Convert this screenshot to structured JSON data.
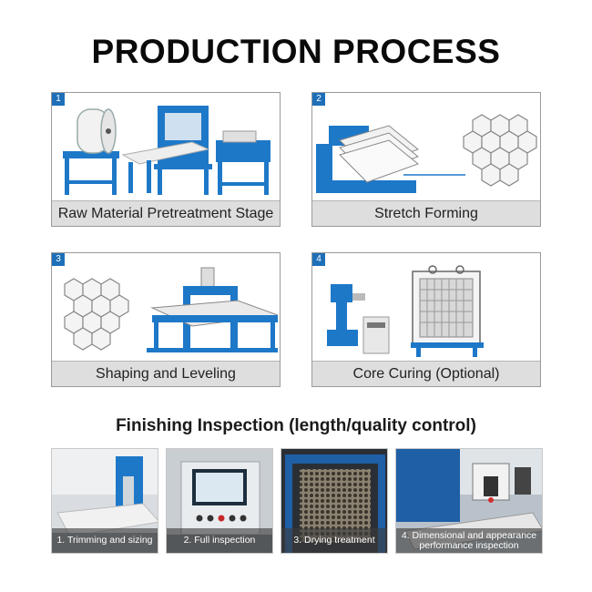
{
  "header": {
    "title": "PRODUCTION PROCESS"
  },
  "steps": [
    {
      "number": "1",
      "label": "Raw Material Pretreatment Stage"
    },
    {
      "number": "2",
      "label": "Stretch Forming"
    },
    {
      "number": "3",
      "label": "Shaping and Leveling"
    },
    {
      "number": "4",
      "label": "Core Curing (Optional)"
    }
  ],
  "inspection": {
    "title": "Finishing Inspection (length/quality control)",
    "photos": [
      {
        "caption": "1. Trimming and sizing"
      },
      {
        "caption": "2. Full inspection"
      },
      {
        "caption": "3. Drying treatment"
      },
      {
        "caption": "4. Dimensional and appearance performance inspection"
      }
    ]
  },
  "colors": {
    "machine_blue": "#1e78c8",
    "number_badge": "#1e6fb8",
    "label_bar": "#dedede"
  }
}
